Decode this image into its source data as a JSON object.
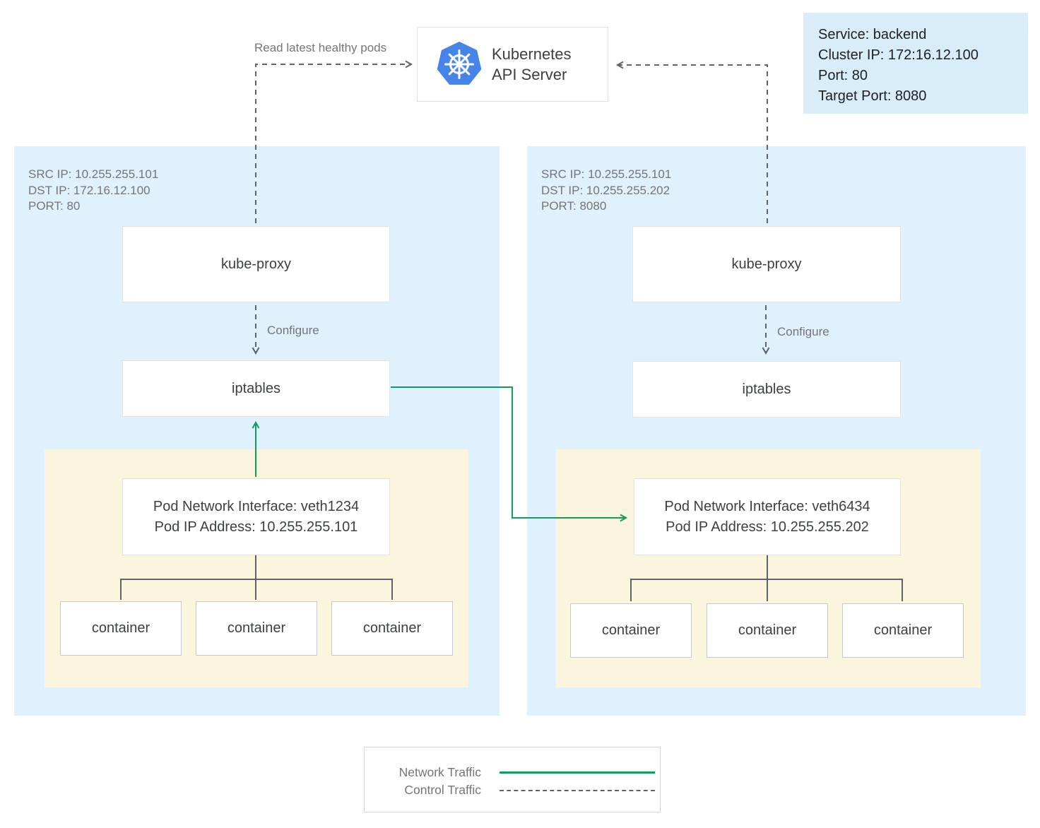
{
  "api_server": {
    "name_line1": "Kubernetes",
    "name_line2": "API Server",
    "logo": "kubernetes-logo"
  },
  "service_info": {
    "line1": "Service: backend",
    "line2": "Cluster IP: 172:16.12.100",
    "line3": "Port: 80",
    "line4": "Target Port: 8080"
  },
  "annotations": {
    "read_latest_healthy_pods": "Read latest healthy pods",
    "configure_left": "Configure",
    "configure_right": "Configure"
  },
  "node_left": {
    "meta_src": "SRC IP: 10.255.255.101",
    "meta_dst": "DST IP: 172.16.12.100",
    "meta_port": "PORT: 80",
    "kube_proxy_label": "kube-proxy",
    "iptables_label": "iptables",
    "pod": {
      "interface_line": "Pod Network Interface: veth1234",
      "ip_line": "Pod IP Address: 10.255.255.101",
      "containers": [
        "container",
        "container",
        "container"
      ]
    }
  },
  "node_right": {
    "meta_src": "SRC IP: 10.255.255.101",
    "meta_dst": "DST IP: 10.255.255.202",
    "meta_port": "PORT: 8080",
    "kube_proxy_label": "kube-proxy",
    "iptables_label": "iptables",
    "pod": {
      "interface_line": "Pod Network Interface: veth6434",
      "ip_line": "Pod IP Address: 10.255.255.202",
      "containers": [
        "container",
        "container",
        "container"
      ]
    }
  },
  "legend": {
    "network_traffic_label": "Network Traffic",
    "control_traffic_label": "Control Traffic"
  },
  "colors": {
    "node_background": "#def1fc",
    "pod_background": "#fcf5dd",
    "service_background": "#d8edf9",
    "network_traffic_green": "#0f9d58",
    "control_traffic_gray": "#5f6368",
    "kubernetes_blue": "#4584e8",
    "box_text": "#3c4043",
    "annotation_gray": "#757575"
  }
}
